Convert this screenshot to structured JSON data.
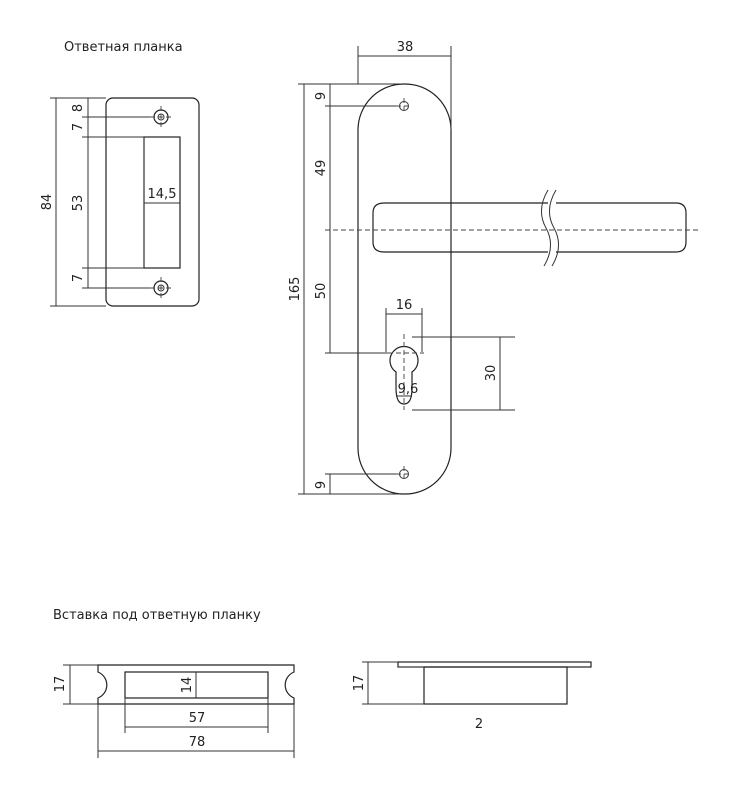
{
  "headings": {
    "strike_plate": "Ответная планка",
    "insert": "Вставка под ответную планку"
  },
  "dimensions": {
    "strike_plate": {
      "height": "84",
      "top_offset": "8",
      "screw_top": "7",
      "inner_height": "53",
      "screw_bottom": "7",
      "slot_width": "14,5"
    },
    "handle_plate": {
      "width": "38",
      "total_height": "165",
      "top_screw": "9",
      "to_handle": "49",
      "to_cylinder": "50",
      "cylinder_width": "16",
      "cylinder_height": "30",
      "cylinder_small": "9,6",
      "bottom_screw": "9"
    },
    "insert": {
      "height": "17",
      "inner_height": "14",
      "inner_length": "57",
      "total_length": "78",
      "side_height": "17",
      "thickness": "2"
    }
  }
}
